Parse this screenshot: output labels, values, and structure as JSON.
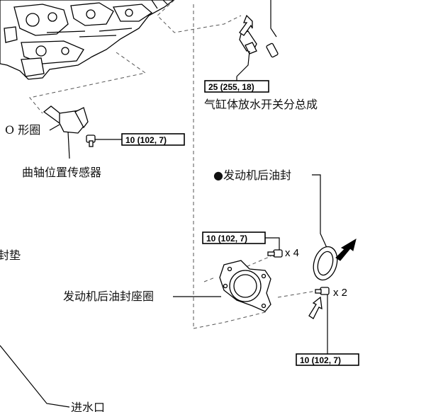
{
  "labels": {
    "drain_cock": "气缸体放水开关分总成",
    "o_ring": "O 形圈",
    "crank_sensor": "曲轴位置传感器",
    "gasket_partial": "封垫",
    "rear_oil_seal": "●发动机后油封",
    "rear_seal_retainer": "发动机后油封座圈",
    "water_inlet": "进水口"
  },
  "torque": {
    "drain_cock": "25 (255, 18)",
    "crank_sensor_bolt": "10 (102, 7)",
    "retainer_upper": "10 (102, 7)",
    "retainer_lower": "10 (102, 7)"
  },
  "quantities": {
    "upper_bolts": "x 4",
    "lower_bolts": "x 2"
  },
  "icons": [
    "arrow-hollow-icon",
    "arrow-solid-icon"
  ],
  "colors": {
    "line": "#000000",
    "background": "#ffffff"
  }
}
